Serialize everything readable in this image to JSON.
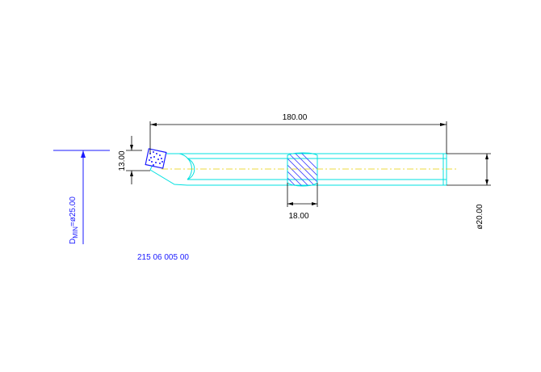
{
  "drawing": {
    "overall_length": "180.00",
    "tip_height": "13.00",
    "neck_width": "18.00",
    "shank_diameter": "ø20.00",
    "dmin_prefix": "D",
    "dmin_sub": "MIN",
    "dmin_value": "=ø25.00",
    "part_number": "215 06 005 00"
  },
  "colors": {
    "outline": "#00e0e0",
    "centerline": "#e8d000",
    "dimension": "#000000",
    "blue": "#1a1aff",
    "hatch": "#4444ff"
  }
}
